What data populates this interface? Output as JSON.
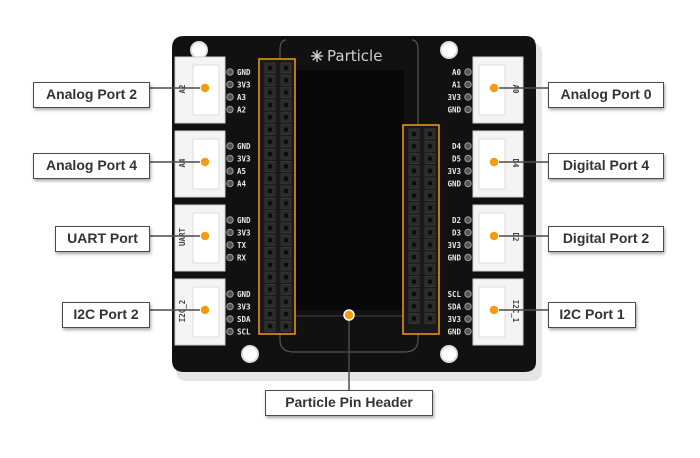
{
  "brand": {
    "logo_text": "Particle",
    "logo_icon": "particle-star-icon"
  },
  "left_ports": [
    {
      "callout": "Analog Port 2",
      "silkscreen": "A2",
      "pins": [
        "GND",
        "3V3",
        "A3",
        "A2"
      ]
    },
    {
      "callout": "Analog Port 4",
      "silkscreen": "A4",
      "pins": [
        "GND",
        "3V3",
        "A5",
        "A4"
      ]
    },
    {
      "callout": "UART Port",
      "silkscreen": "UART",
      "pins": [
        "GND",
        "3V3",
        "TX",
        "RX"
      ]
    },
    {
      "callout": "I2C Port 2",
      "silkscreen": "I2C_2",
      "pins": [
        "GND",
        "3V3",
        "SDA",
        "SCL"
      ]
    }
  ],
  "right_ports": [
    {
      "callout": "Analog Port 0",
      "silkscreen": "A0",
      "pins": [
        "A0",
        "A1",
        "3V3",
        "GND"
      ]
    },
    {
      "callout": "Digital Port 4",
      "silkscreen": "D4",
      "pins": [
        "D4",
        "D5",
        "3V3",
        "GND"
      ]
    },
    {
      "callout": "Digital Port 2",
      "silkscreen": "D2",
      "pins": [
        "D2",
        "D3",
        "3V3",
        "GND"
      ]
    },
    {
      "callout": "I2C Port 1",
      "silkscreen": "I2C_1",
      "pins": [
        "SCL",
        "SDA",
        "3V3",
        "GND"
      ]
    }
  ],
  "bottom_callout": "Particle Pin Header",
  "colors": {
    "board": "#111111",
    "connector": "#f4f4f4",
    "accent": "#f39c12",
    "callout_border": "#4a4a4a",
    "callout_text": "#333333"
  }
}
